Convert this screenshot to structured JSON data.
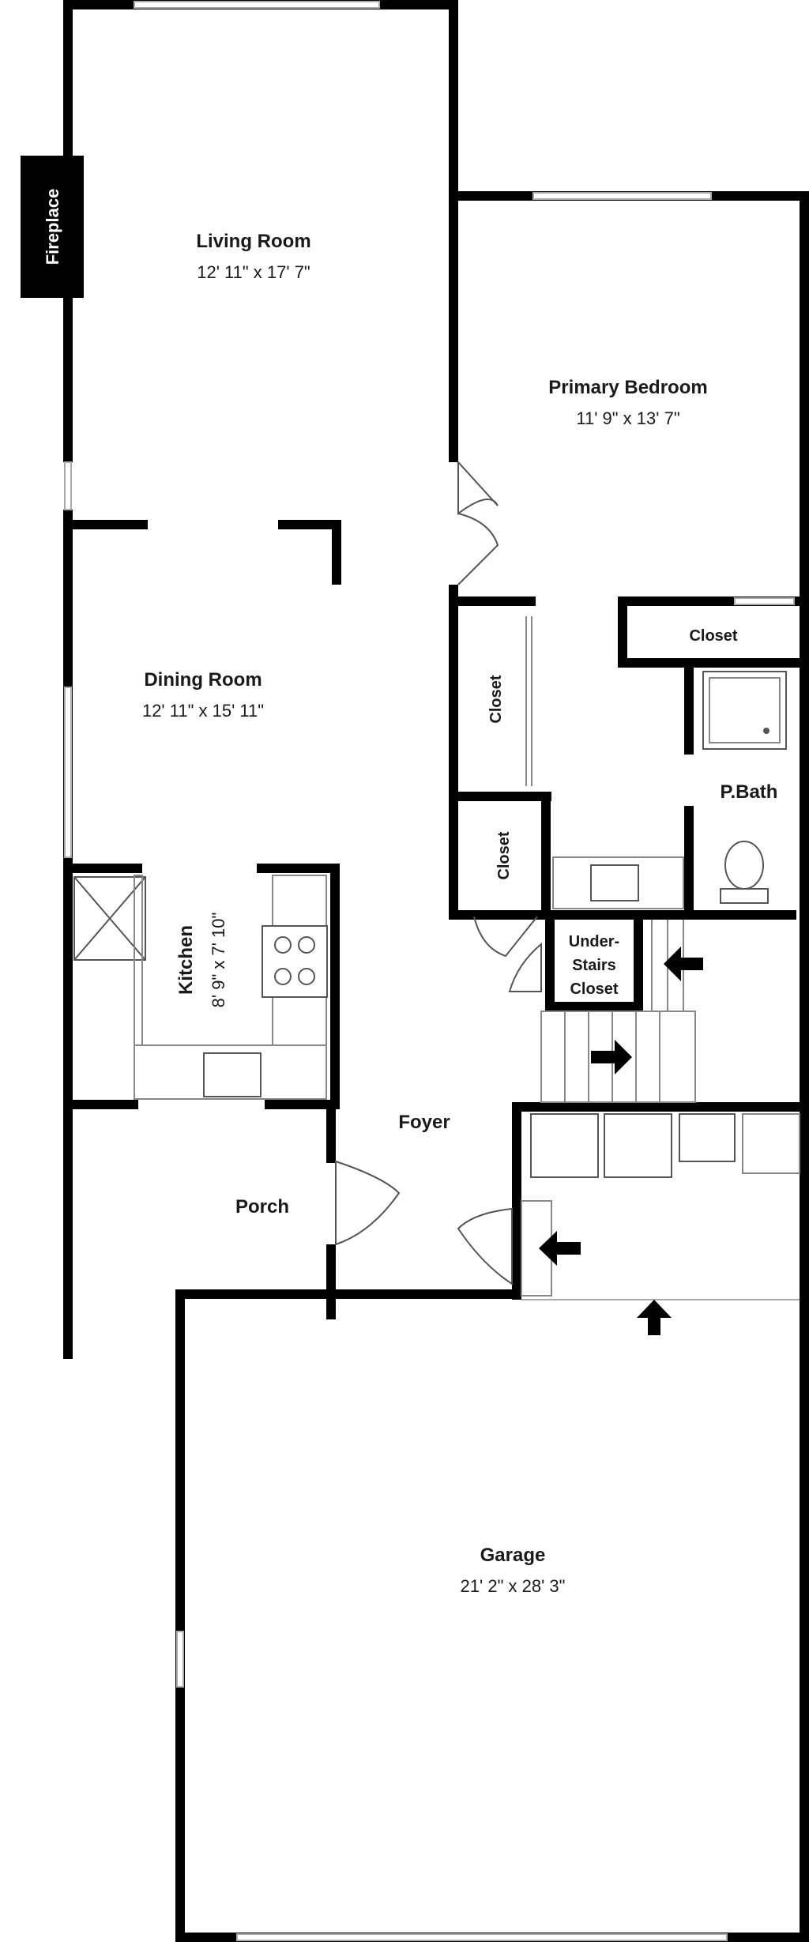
{
  "rooms": {
    "living_room": {
      "name": "Living Room",
      "dimensions": "12' 11\" x 17' 7\""
    },
    "primary_bedroom": {
      "name": "Primary Bedroom",
      "dimensions": "11' 9\" x 13' 7\""
    },
    "dining_room": {
      "name": "Dining Room",
      "dimensions": "12' 11\" x 15' 11\""
    },
    "kitchen": {
      "name": "Kitchen",
      "dimensions": "8' 9\" x 7' 10\""
    },
    "garage": {
      "name": "Garage",
      "dimensions": "21' 2\" x 28' 3\""
    },
    "foyer": {
      "name": "Foyer"
    },
    "porch": {
      "name": "Porch"
    },
    "pbath": {
      "name": "P.Bath"
    }
  },
  "labels": {
    "fireplace": "Fireplace",
    "bedroom_closet": "Closet",
    "hall_closet_upper": "Closet",
    "hall_closet_lower": "Closet",
    "under_stairs_line1": "Under-",
    "under_stairs_line2": "Stairs",
    "under_stairs_line3": "Closet"
  },
  "icons": [
    "arrow-left-icon",
    "arrow-right-icon",
    "arrow-up-icon",
    "sink-icon",
    "toilet-icon",
    "shower-icon",
    "stove-icon",
    "fridge-icon"
  ]
}
